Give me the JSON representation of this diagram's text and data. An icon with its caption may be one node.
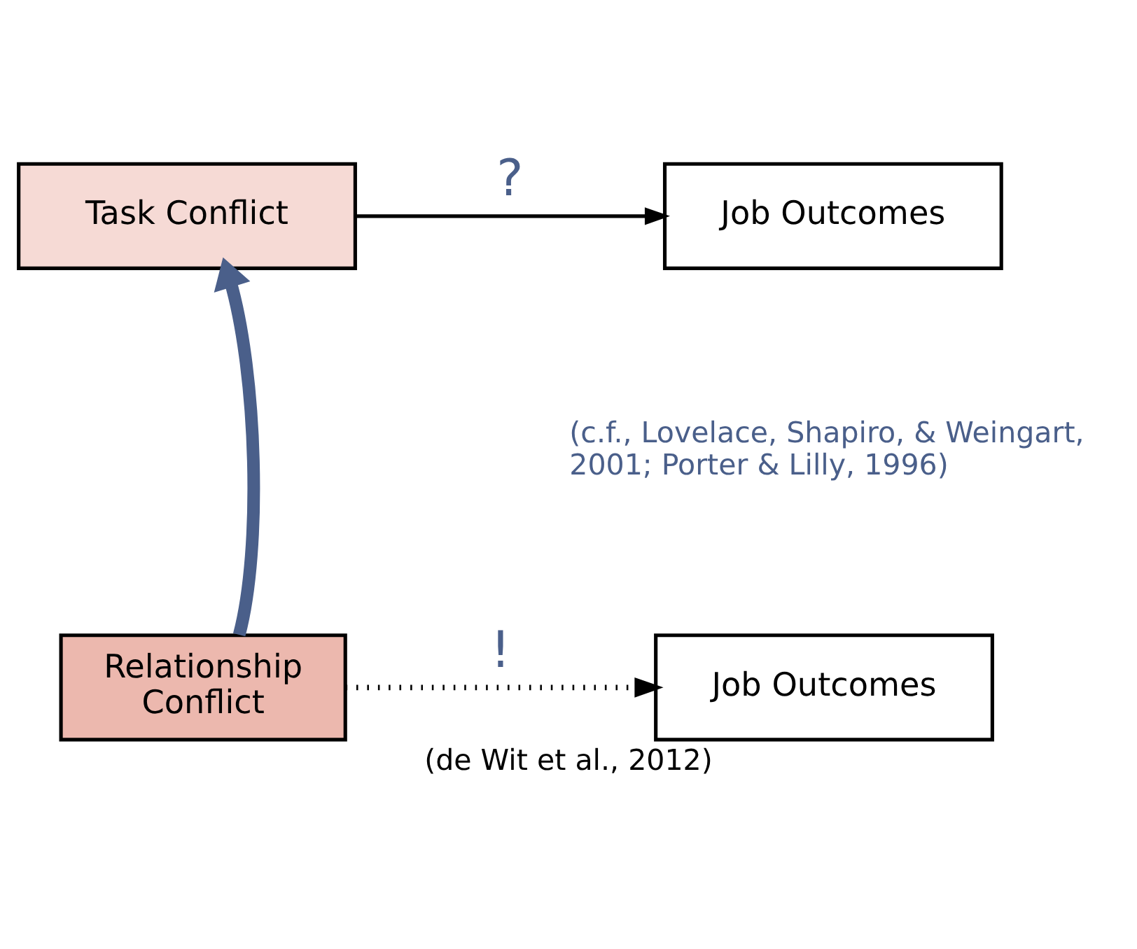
{
  "diagram": {
    "caption": "(de Wit et al., 2012)",
    "nodes": [
      {
        "text": [
          "Task Conflict"
        ]
      },
      {
        "text": [
          "Job Outcomes"
        ]
      },
      {
        "text": [
          "Relationship Conflict"
        ]
      },
      {
        "text": [
          "Job Outcomes"
        ]
      }
    ],
    "edges": [
      {
        "from": 0,
        "to": 1,
        "arrow": "to",
        "label": "?"
      },
      {
        "from": 2,
        "to": 0,
        "arrow": "to",
        "style": "thick",
        "color": "#4a5f8a"
      },
      {
        "from": 2,
        "to": 3,
        "arrow": "to",
        "label": "!",
        "style": "dashed"
      }
    ],
    "labels": [
      "(c.f., Lovelace, Shapiro, & Weingart, 2001; Porter & Lilly, 1996)"
    ]
  }
}
